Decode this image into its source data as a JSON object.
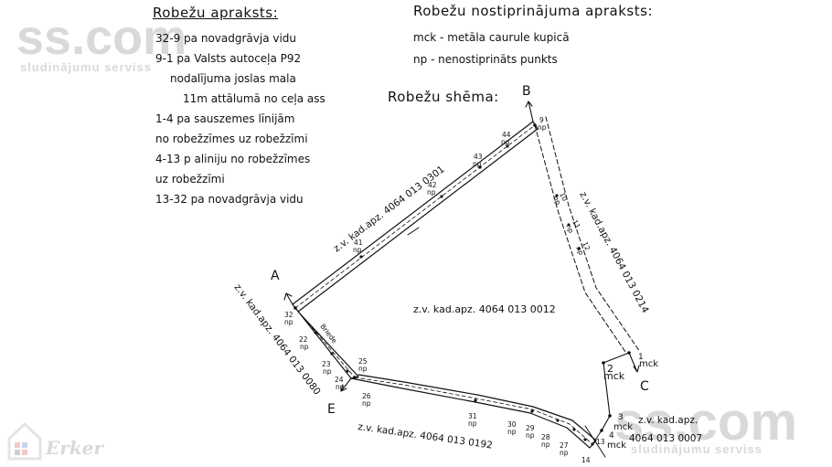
{
  "description": {
    "title": "Robežu apraksts:",
    "lines": [
      "32-9 pa novadgrāvja vidu",
      "9-1 pa Valsts autoceļa P92",
      "nodalījuma joslas mala",
      "11m attālumā no ceļa ass",
      "1-4   pa sauszemes līnijām",
      "no robežzīmes uz robežzīmi",
      "4-13 p aliniju no robežzīmes",
      "uz robežzīmi",
      "13-32 pa novadgrāvja vidu"
    ]
  },
  "legend": {
    "title": "Robežu nostiprinājuma apraksts:",
    "items": [
      "mck - metāla caurule kupicā",
      "np - nenostiprināts punkts"
    ]
  },
  "scheme": {
    "title": "Robežu shēma:",
    "corners": [
      "A",
      "B",
      "C",
      "E"
    ],
    "center_parcel": "z.v. kad.apz. 4064  013  0012",
    "neighbors": {
      "north": "z.v. kad.apz. 4064  013  0301",
      "east": "z.v. kad.apz. 4064  013  0214",
      "west": "z.v. kad.apz. 4064  013  0080",
      "south": "z.v. kad.apz. 4064  013  0192",
      "southeast_line1": "z.v. kad.apz.",
      "southeast_line2": "4064  013  0007"
    },
    "road_label": "Briede",
    "points": [
      {
        "n": "9",
        "t": "np"
      },
      {
        "n": "44",
        "t": "np"
      },
      {
        "n": "43",
        "t": "np"
      },
      {
        "n": "42",
        "t": "np"
      },
      {
        "n": "41",
        "t": "np"
      },
      {
        "n": "32",
        "t": "np"
      },
      {
        "n": "22",
        "t": "np"
      },
      {
        "n": "23",
        "t": "np"
      },
      {
        "n": "24",
        "t": "np"
      },
      {
        "n": "25",
        "t": "np"
      },
      {
        "n": "26",
        "t": "np"
      },
      {
        "n": "31",
        "t": "np"
      },
      {
        "n": "30",
        "t": "np"
      },
      {
        "n": "29",
        "t": "np"
      },
      {
        "n": "28",
        "t": "np"
      },
      {
        "n": "27",
        "t": "np"
      },
      {
        "n": "14",
        "t": ""
      },
      {
        "n": "13",
        "t": "mck"
      },
      {
        "n": "4",
        "t": "mck"
      },
      {
        "n": "3",
        "t": "mck"
      },
      {
        "n": "2",
        "t": "mck"
      },
      {
        "n": "1",
        "t": "mck"
      },
      {
        "n": "10",
        "t": "np"
      },
      {
        "n": "11",
        "t": "np"
      },
      {
        "n": "12",
        "t": "np"
      }
    ]
  },
  "watermarks": {
    "top_left": "ss.com",
    "top_left_sub": "sludinājumu serviss",
    "bottom_right": "ss.com",
    "bottom_right_sub": "sludinājumu serviss",
    "logo": "Erker"
  }
}
